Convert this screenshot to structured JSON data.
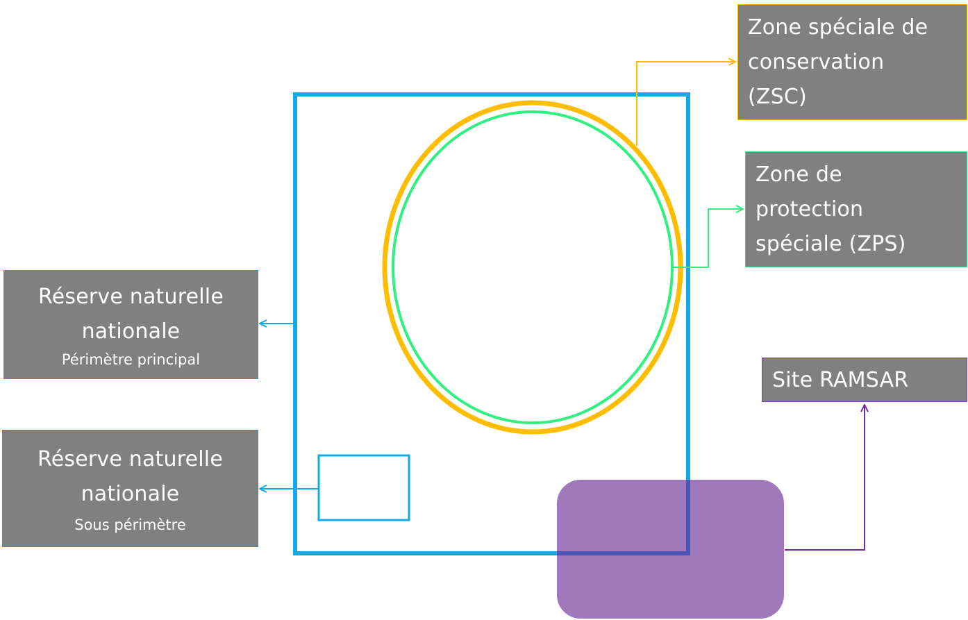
{
  "colors": {
    "rnn_blue": "#12a9e6",
    "zsc_orange": "#ffbd00",
    "zps_green": "#2ff080",
    "ramsar_purple": "#9e76bc",
    "ramsar_line": "#6d2f9c",
    "label_bg": "#808080",
    "label_text": "#ffffff"
  },
  "labels": {
    "rnn_main": {
      "line1": "Réserve naturelle",
      "line2": "nationale",
      "line3": "Périmètre principal"
    },
    "rnn_sub": {
      "line1": "Réserve naturelle",
      "line2": "nationale",
      "line3": "Sous périmètre"
    },
    "zsc": {
      "line1": "Zone spéciale de",
      "line2": "conservation",
      "line3": "(ZSC)"
    },
    "zps": {
      "line1": "Zone de",
      "line2": "protection",
      "line3": "spéciale (ZPS)"
    },
    "ramsar": {
      "line1": "Site RAMSAR"
    }
  }
}
